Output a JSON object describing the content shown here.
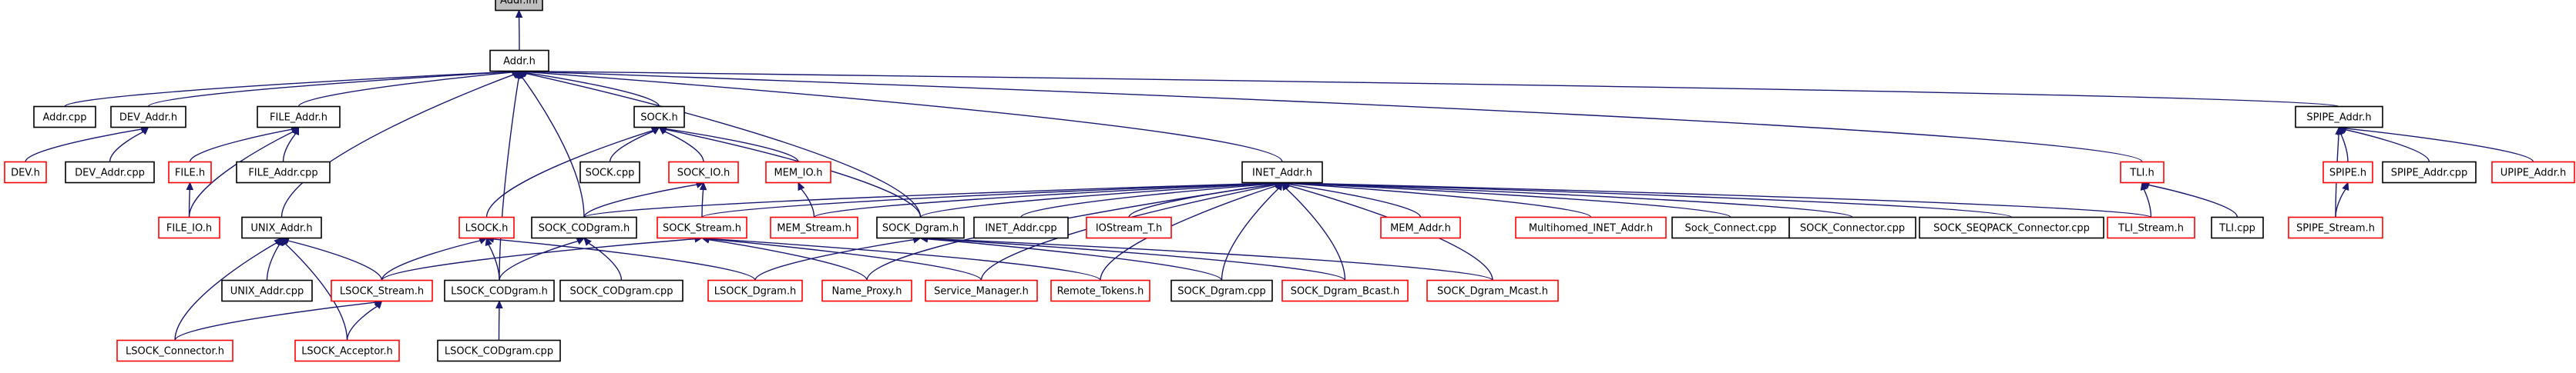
{
  "diagram": {
    "colors": {
      "edge": "#191970",
      "box_black": "#000000",
      "box_red": "#ff0000",
      "root_fill": "#bfbfbf"
    },
    "nodes": [
      {
        "id": "addr_inl",
        "label": "Addr.inl",
        "kind": "root"
      },
      {
        "id": "addr_h",
        "label": "Addr.h",
        "kind": "black"
      },
      {
        "id": "addr_cpp",
        "label": "Addr.cpp",
        "kind": "black"
      },
      {
        "id": "dev_addr_h",
        "label": "DEV_Addr.h",
        "kind": "black"
      },
      {
        "id": "file_addr_h",
        "label": "FILE_Addr.h",
        "kind": "black"
      },
      {
        "id": "sock_h",
        "label": "SOCK.h",
        "kind": "black"
      },
      {
        "id": "spipe_addr_h",
        "label": "SPIPE_Addr.h",
        "kind": "black"
      },
      {
        "id": "dev_h",
        "label": "DEV.h",
        "kind": "red"
      },
      {
        "id": "dev_addr_cpp",
        "label": "DEV_Addr.cpp",
        "kind": "black"
      },
      {
        "id": "file_h",
        "label": "FILE.h",
        "kind": "red"
      },
      {
        "id": "file_addr_cpp",
        "label": "FILE_Addr.cpp",
        "kind": "black"
      },
      {
        "id": "sock_cpp",
        "label": "SOCK.cpp",
        "kind": "black"
      },
      {
        "id": "sock_io_h",
        "label": "SOCK_IO.h",
        "kind": "red"
      },
      {
        "id": "mem_io_h",
        "label": "MEM_IO.h",
        "kind": "red"
      },
      {
        "id": "inet_addr_h",
        "label": "INET_Addr.h",
        "kind": "black"
      },
      {
        "id": "tli_h",
        "label": "TLI.h",
        "kind": "red"
      },
      {
        "id": "spipe_h",
        "label": "SPIPE.h",
        "kind": "red"
      },
      {
        "id": "spipe_addr_cpp",
        "label": "SPIPE_Addr.cpp",
        "kind": "black"
      },
      {
        "id": "upipe_addr_h",
        "label": "UPIPE_Addr.h",
        "kind": "red"
      },
      {
        "id": "file_io_h",
        "label": "FILE_IO.h",
        "kind": "red"
      },
      {
        "id": "unix_addr_h",
        "label": "UNIX_Addr.h",
        "kind": "black"
      },
      {
        "id": "lsock_h",
        "label": "LSOCK.h",
        "kind": "red"
      },
      {
        "id": "sock_codgram_h",
        "label": "SOCK_CODgram.h",
        "kind": "black"
      },
      {
        "id": "sock_stream_h",
        "label": "SOCK_Stream.h",
        "kind": "red"
      },
      {
        "id": "mem_stream_h",
        "label": "MEM_Stream.h",
        "kind": "red"
      },
      {
        "id": "sock_dgram_h",
        "label": "SOCK_Dgram.h",
        "kind": "black"
      },
      {
        "id": "inet_addr_cpp",
        "label": "INET_Addr.cpp",
        "kind": "black"
      },
      {
        "id": "iostream_t_h",
        "label": "IOStream_T.h",
        "kind": "red"
      },
      {
        "id": "mem_addr_h",
        "label": "MEM_Addr.h",
        "kind": "red"
      },
      {
        "id": "multihomed_inet_addr_h",
        "label": "Multihomed_INET_Addr.h",
        "kind": "red"
      },
      {
        "id": "sock_connect_cpp",
        "label": "Sock_Connect.cpp",
        "kind": "black"
      },
      {
        "id": "sock_connector_cpp",
        "label": "SOCK_Connector.cpp",
        "kind": "black"
      },
      {
        "id": "sock_seqpack_connector_cpp",
        "label": "SOCK_SEQPACK_Connector.cpp",
        "kind": "black"
      },
      {
        "id": "tli_stream_h",
        "label": "TLI_Stream.h",
        "kind": "red"
      },
      {
        "id": "tli_cpp",
        "label": "TLI.cpp",
        "kind": "black"
      },
      {
        "id": "spipe_stream_h",
        "label": "SPIPE_Stream.h",
        "kind": "red"
      },
      {
        "id": "unix_addr_cpp",
        "label": "UNIX_Addr.cpp",
        "kind": "black"
      },
      {
        "id": "lsock_stream_h",
        "label": "LSOCK_Stream.h",
        "kind": "red"
      },
      {
        "id": "lsock_codgram_h",
        "label": "LSOCK_CODgram.h",
        "kind": "black"
      },
      {
        "id": "sock_codgram_cpp",
        "label": "SOCK_CODgram.cpp",
        "kind": "black"
      },
      {
        "id": "lsock_dgram_h",
        "label": "LSOCK_Dgram.h",
        "kind": "red"
      },
      {
        "id": "name_proxy_h",
        "label": "Name_Proxy.h",
        "kind": "red"
      },
      {
        "id": "service_manager_h",
        "label": "Service_Manager.h",
        "kind": "red"
      },
      {
        "id": "remote_tokens_h",
        "label": "Remote_Tokens.h",
        "kind": "red"
      },
      {
        "id": "sock_dgram_cpp",
        "label": "SOCK_Dgram.cpp",
        "kind": "black"
      },
      {
        "id": "sock_dgram_bcast_h",
        "label": "SOCK_Dgram_Bcast.h",
        "kind": "red"
      },
      {
        "id": "sock_dgram_mcast_h",
        "label": "SOCK_Dgram_Mcast.h",
        "kind": "red"
      },
      {
        "id": "lsock_connector_h",
        "label": "LSOCK_Connector.h",
        "kind": "red"
      },
      {
        "id": "lsock_acceptor_h",
        "label": "LSOCK_Acceptor.h",
        "kind": "red"
      },
      {
        "id": "lsock_codgram_cpp",
        "label": "LSOCK_CODgram.cpp",
        "kind": "black"
      }
    ],
    "edges": [
      [
        "addr_h",
        "addr_inl"
      ],
      [
        "addr_cpp",
        "addr_h"
      ],
      [
        "dev_addr_h",
        "addr_h"
      ],
      [
        "file_addr_h",
        "addr_h"
      ],
      [
        "sock_h",
        "addr_h"
      ],
      [
        "spipe_addr_h",
        "addr_h"
      ],
      [
        "unix_addr_h",
        "addr_h"
      ],
      [
        "sock_codgram_h",
        "addr_h"
      ],
      [
        "lsock_codgram_h",
        "addr_h"
      ],
      [
        "sock_dgram_h",
        "addr_h"
      ],
      [
        "inet_addr_h",
        "addr_h"
      ],
      [
        "tli_h",
        "addr_h"
      ],
      [
        "dev_h",
        "dev_addr_h"
      ],
      [
        "dev_addr_cpp",
        "dev_addr_h"
      ],
      [
        "file_h",
        "file_addr_h"
      ],
      [
        "file_addr_cpp",
        "file_addr_h"
      ],
      [
        "file_io_h",
        "file_addr_h"
      ],
      [
        "file_io_h",
        "file_h"
      ],
      [
        "sock_cpp",
        "sock_h"
      ],
      [
        "sock_io_h",
        "sock_h"
      ],
      [
        "mem_io_h",
        "sock_h"
      ],
      [
        "lsock_h",
        "sock_h"
      ],
      [
        "sock_dgram_h",
        "sock_h"
      ],
      [
        "sock_codgram_h",
        "sock_io_h"
      ],
      [
        "sock_stream_h",
        "sock_io_h"
      ],
      [
        "mem_stream_h",
        "mem_io_h"
      ],
      [
        "spipe_h",
        "spipe_addr_h"
      ],
      [
        "spipe_addr_cpp",
        "spipe_addr_h"
      ],
      [
        "upipe_addr_h",
        "spipe_addr_h"
      ],
      [
        "spipe_stream_h",
        "spipe_addr_h"
      ],
      [
        "spipe_stream_h",
        "spipe_h"
      ],
      [
        "tli_stream_h",
        "tli_h"
      ],
      [
        "tli_cpp",
        "tli_h"
      ],
      [
        "sock_codgram_h",
        "inet_addr_h"
      ],
      [
        "sock_stream_h",
        "inet_addr_h"
      ],
      [
        "mem_stream_h",
        "inet_addr_h"
      ],
      [
        "sock_dgram_h",
        "inet_addr_h"
      ],
      [
        "inet_addr_cpp",
        "inet_addr_h"
      ],
      [
        "iostream_t_h",
        "inet_addr_h"
      ],
      [
        "mem_addr_h",
        "inet_addr_h"
      ],
      [
        "multihomed_inet_addr_h",
        "inet_addr_h"
      ],
      [
        "sock_connect_cpp",
        "inet_addr_h"
      ],
      [
        "sock_connector_cpp",
        "inet_addr_h"
      ],
      [
        "sock_seqpack_connector_cpp",
        "inet_addr_h"
      ],
      [
        "tli_stream_h",
        "inet_addr_h"
      ],
      [
        "name_proxy_h",
        "inet_addr_h"
      ],
      [
        "service_manager_h",
        "inet_addr_h"
      ],
      [
        "remote_tokens_h",
        "inet_addr_h"
      ],
      [
        "sock_dgram_cpp",
        "inet_addr_h"
      ],
      [
        "sock_dgram_bcast_h",
        "inet_addr_h"
      ],
      [
        "sock_dgram_mcast_h",
        "inet_addr_h"
      ],
      [
        "unix_addr_cpp",
        "unix_addr_h"
      ],
      [
        "lsock_stream_h",
        "unix_addr_h"
      ],
      [
        "lsock_connector_h",
        "unix_addr_h"
      ],
      [
        "lsock_acceptor_h",
        "unix_addr_h"
      ],
      [
        "lsock_stream_h",
        "lsock_h"
      ],
      [
        "lsock_dgram_h",
        "lsock_h"
      ],
      [
        "lsock_codgram_h",
        "lsock_h"
      ],
      [
        "lsock_codgram_h",
        "sock_codgram_h"
      ],
      [
        "sock_codgram_cpp",
        "sock_codgram_h"
      ],
      [
        "lsock_stream_h",
        "sock_stream_h"
      ],
      [
        "name_proxy_h",
        "sock_stream_h"
      ],
      [
        "service_manager_h",
        "sock_stream_h"
      ],
      [
        "remote_tokens_h",
        "sock_stream_h"
      ],
      [
        "lsock_dgram_h",
        "sock_dgram_h"
      ],
      [
        "sock_dgram_cpp",
        "sock_dgram_h"
      ],
      [
        "sock_dgram_bcast_h",
        "sock_dgram_h"
      ],
      [
        "sock_dgram_mcast_h",
        "sock_dgram_h"
      ],
      [
        "lsock_connector_h",
        "lsock_stream_h"
      ],
      [
        "lsock_acceptor_h",
        "lsock_stream_h"
      ],
      [
        "lsock_codgram_cpp",
        "lsock_codgram_h"
      ]
    ]
  }
}
